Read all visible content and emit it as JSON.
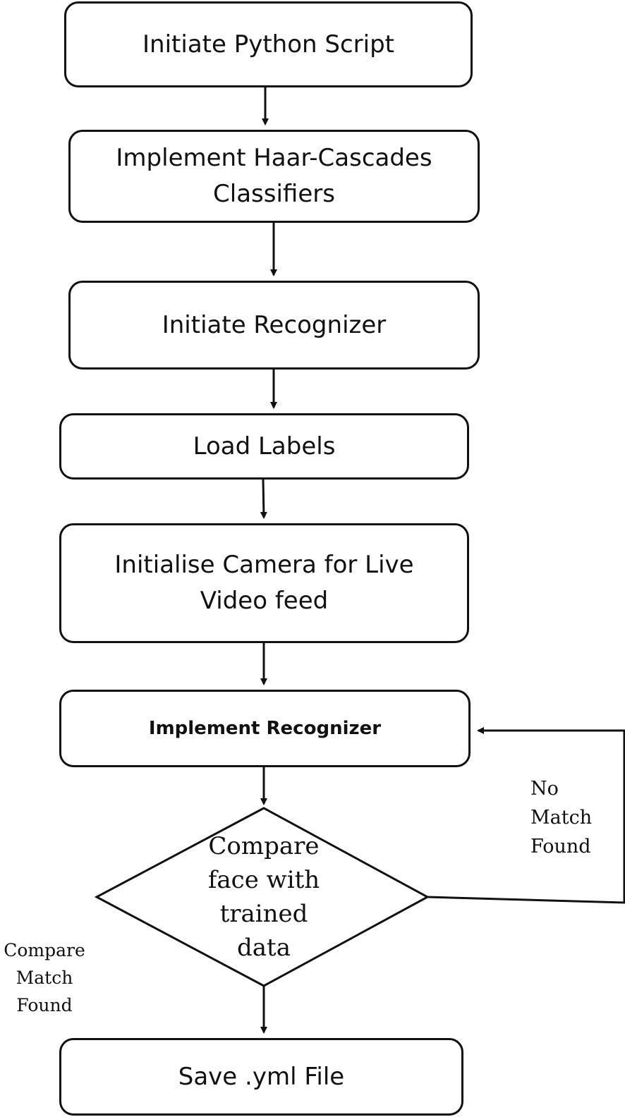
{
  "steps": {
    "start": "Initiate Python Script",
    "haar_line1": "Implement Haar-Cascades",
    "haar_line2": "Classifiers",
    "init_recognizer": "Initiate Recognizer",
    "load_labels": "Load Labels",
    "camera_line1": "Initialise Camera for Live",
    "camera_line2": "Video feed",
    "implement_recognizer": "Implement Recognizer",
    "save_file": "Save .yml File"
  },
  "decision": {
    "line1": "Compare",
    "line2": "face with",
    "line3": "trained",
    "line4": "data"
  },
  "branch_labels": {
    "no_match_line1": "No",
    "no_match_line2": "Match",
    "no_match_line3": "Found",
    "match_line1": "Compare",
    "match_line2": "Match",
    "match_line3": "Found"
  }
}
